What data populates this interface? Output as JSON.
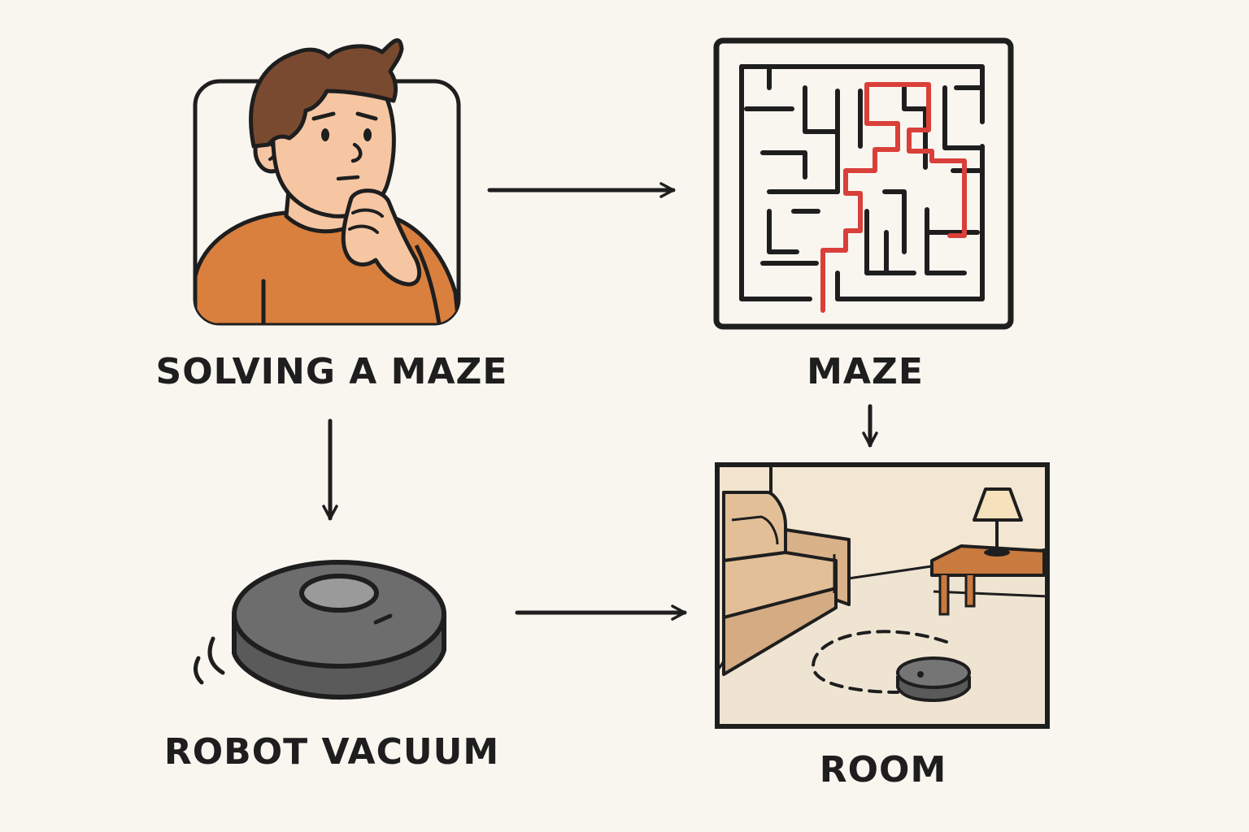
{
  "nodes": {
    "solving": {
      "label": "SOLVING A MAZE"
    },
    "maze": {
      "label": "MAZE"
    },
    "vacuum": {
      "label": "ROBOT VACUUM"
    },
    "room": {
      "label": "ROOM"
    }
  },
  "edges": [
    {
      "from": "solving",
      "to": "maze"
    },
    {
      "from": "maze",
      "to": "room"
    },
    {
      "from": "solving",
      "to": "vacuum"
    },
    {
      "from": "vacuum",
      "to": "room"
    }
  ],
  "icons": {
    "solving": "thinking-person-icon",
    "maze": "maze-icon",
    "vacuum": "robot-vacuum-icon",
    "room": "living-room-icon"
  },
  "colors": {
    "background": "#f9f6f0",
    "stroke": "#1e1e1e",
    "maze_path": "#d9403a",
    "shirt": "#d9803f",
    "skin": "#f6c6a3",
    "hair": "#7a4a30",
    "vacuum_body": "#6b6b6b",
    "sofa": "#e2bf97",
    "room_wall": "#f2e4cf",
    "table_wood": "#c97a3f"
  }
}
